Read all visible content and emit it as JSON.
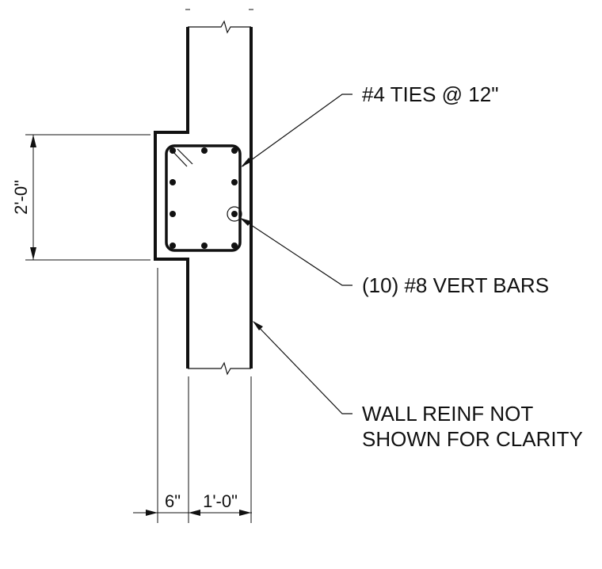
{
  "callouts": {
    "ties": "#4 TIES @ 12\"",
    "vert_bars": "(10) #8 VERT BARS",
    "wall_reinf_line1": "WALL REINF NOT",
    "wall_reinf_line2": "SHOWN FOR CLARITY"
  },
  "dimensions": {
    "pilaster_length": "2'-0\"",
    "pilaster_projection": "6\"",
    "wall_thickness": "1'-0\""
  },
  "bars": {
    "count": 10
  }
}
